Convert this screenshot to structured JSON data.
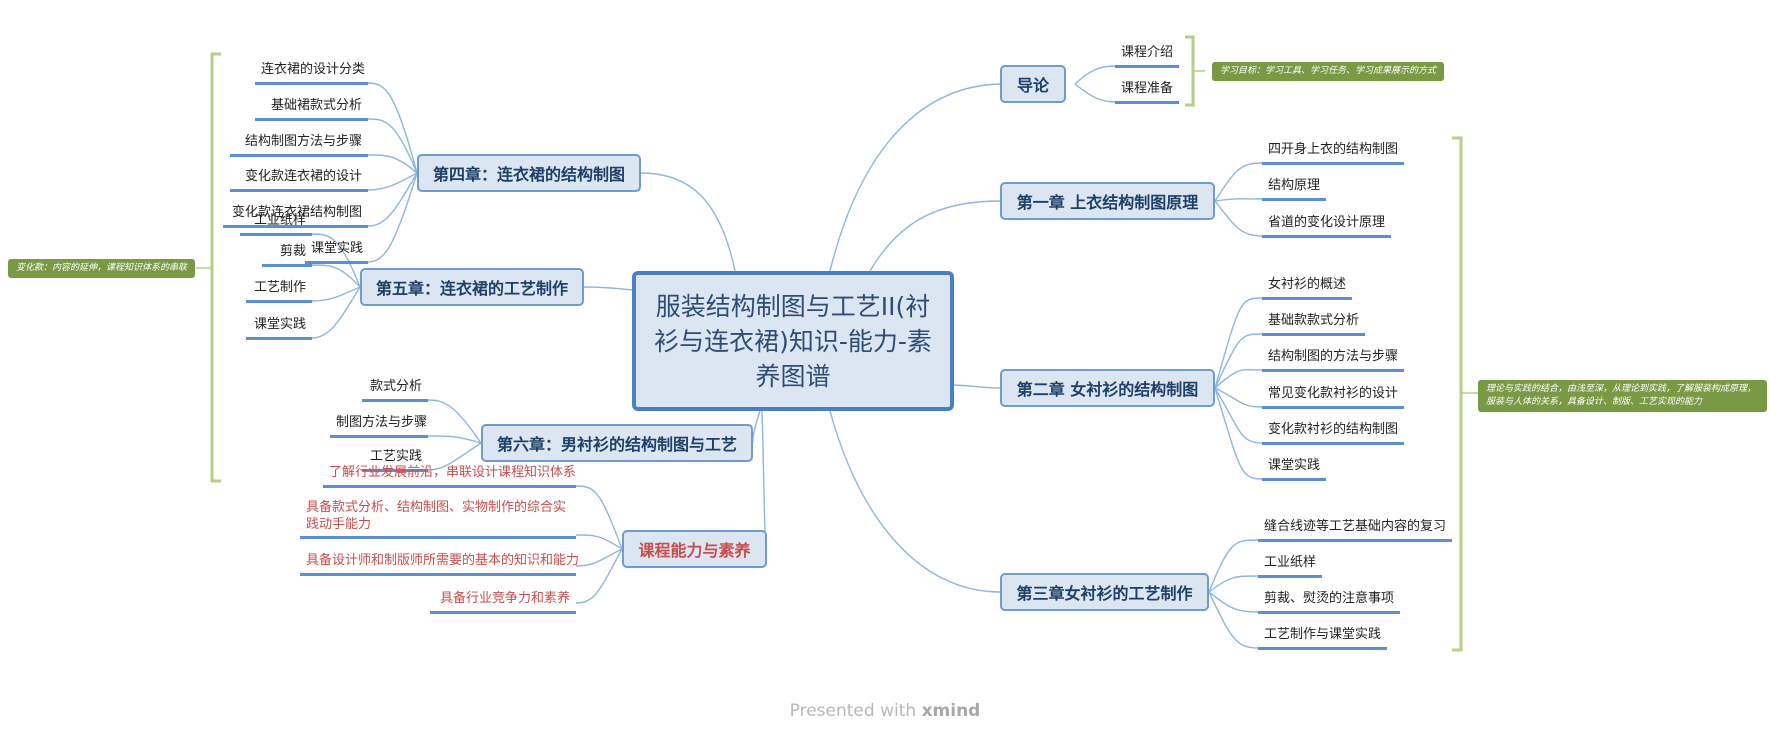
{
  "central": "服装结构制图与工艺II(衬衫与连衣裙)知识-能力-素养图谱",
  "branches": {
    "intro": {
      "title": "导论",
      "items": [
        "课程介绍",
        "课程准备"
      ],
      "tag": "学习目标：学习工具、学习任务、学习成果展示的方式"
    },
    "ch1": {
      "title": "第一章 上衣结构制图原理",
      "items": [
        "四开身上衣的结构制图",
        "结构原理",
        "省道的变化设计原理"
      ]
    },
    "ch2": {
      "title": "第二章 女衬衫的结构制图",
      "items": [
        "女衬衫的概述",
        "基础款款式分析",
        "结构制图的方法与步骤",
        "常见变化款衬衫的设计",
        "变化款衬衫的结构制图",
        "课堂实践"
      ]
    },
    "ch3": {
      "title": "第三章女衬衫的工艺制作",
      "items": [
        "缝合线迹等工艺基础内容的复习",
        "工业纸样",
        "剪裁、熨烫的注意事项",
        "工艺制作与课堂实践"
      ]
    },
    "ch4": {
      "title": "第四章：连衣裙的结构制图",
      "items": [
        "连衣裙的设计分类",
        "基础裙款式分析",
        "结构制图方法与步骤",
        "变化款连衣裙的设计",
        "变化款连衣裙结构制图",
        "课堂实践"
      ]
    },
    "ch5": {
      "title": "第五章：连衣裙的工艺制作",
      "items": [
        "工业纸样",
        "剪裁",
        "工艺制作",
        "课堂实践"
      ]
    },
    "ch6": {
      "title": "第六章：男衬衫的结构制图与工艺",
      "items": [
        "款式分析",
        "制图方法与步骤",
        "工艺实践"
      ]
    },
    "ability": {
      "title": "课程能力与素养",
      "items": [
        "了解行业发展前沿，串联设计课程知识体系",
        "具备款式分析、结构制图、实物制作的综合实践动手能力",
        "具备设计师和制版师所需要的基本的知识和能力",
        "具备行业竞争力和素养"
      ]
    }
  },
  "tags": {
    "right_summary": "理论与实践的结合，由浅至深，从理论到实践，了解服装构成原理，服装与人体的关系，具备设计、制版、工艺实现的能力",
    "left_summary": "变化款：内容的延伸，课程知识体系的串联"
  },
  "footer": {
    "prefix": "Presented with",
    "brand": "xmind"
  },
  "colors": {
    "line": "#8fb5e0",
    "accent": "#5c8fd0",
    "bracket": "#b5cf85",
    "tag": "#7a9944",
    "red": "#c94d4d"
  }
}
